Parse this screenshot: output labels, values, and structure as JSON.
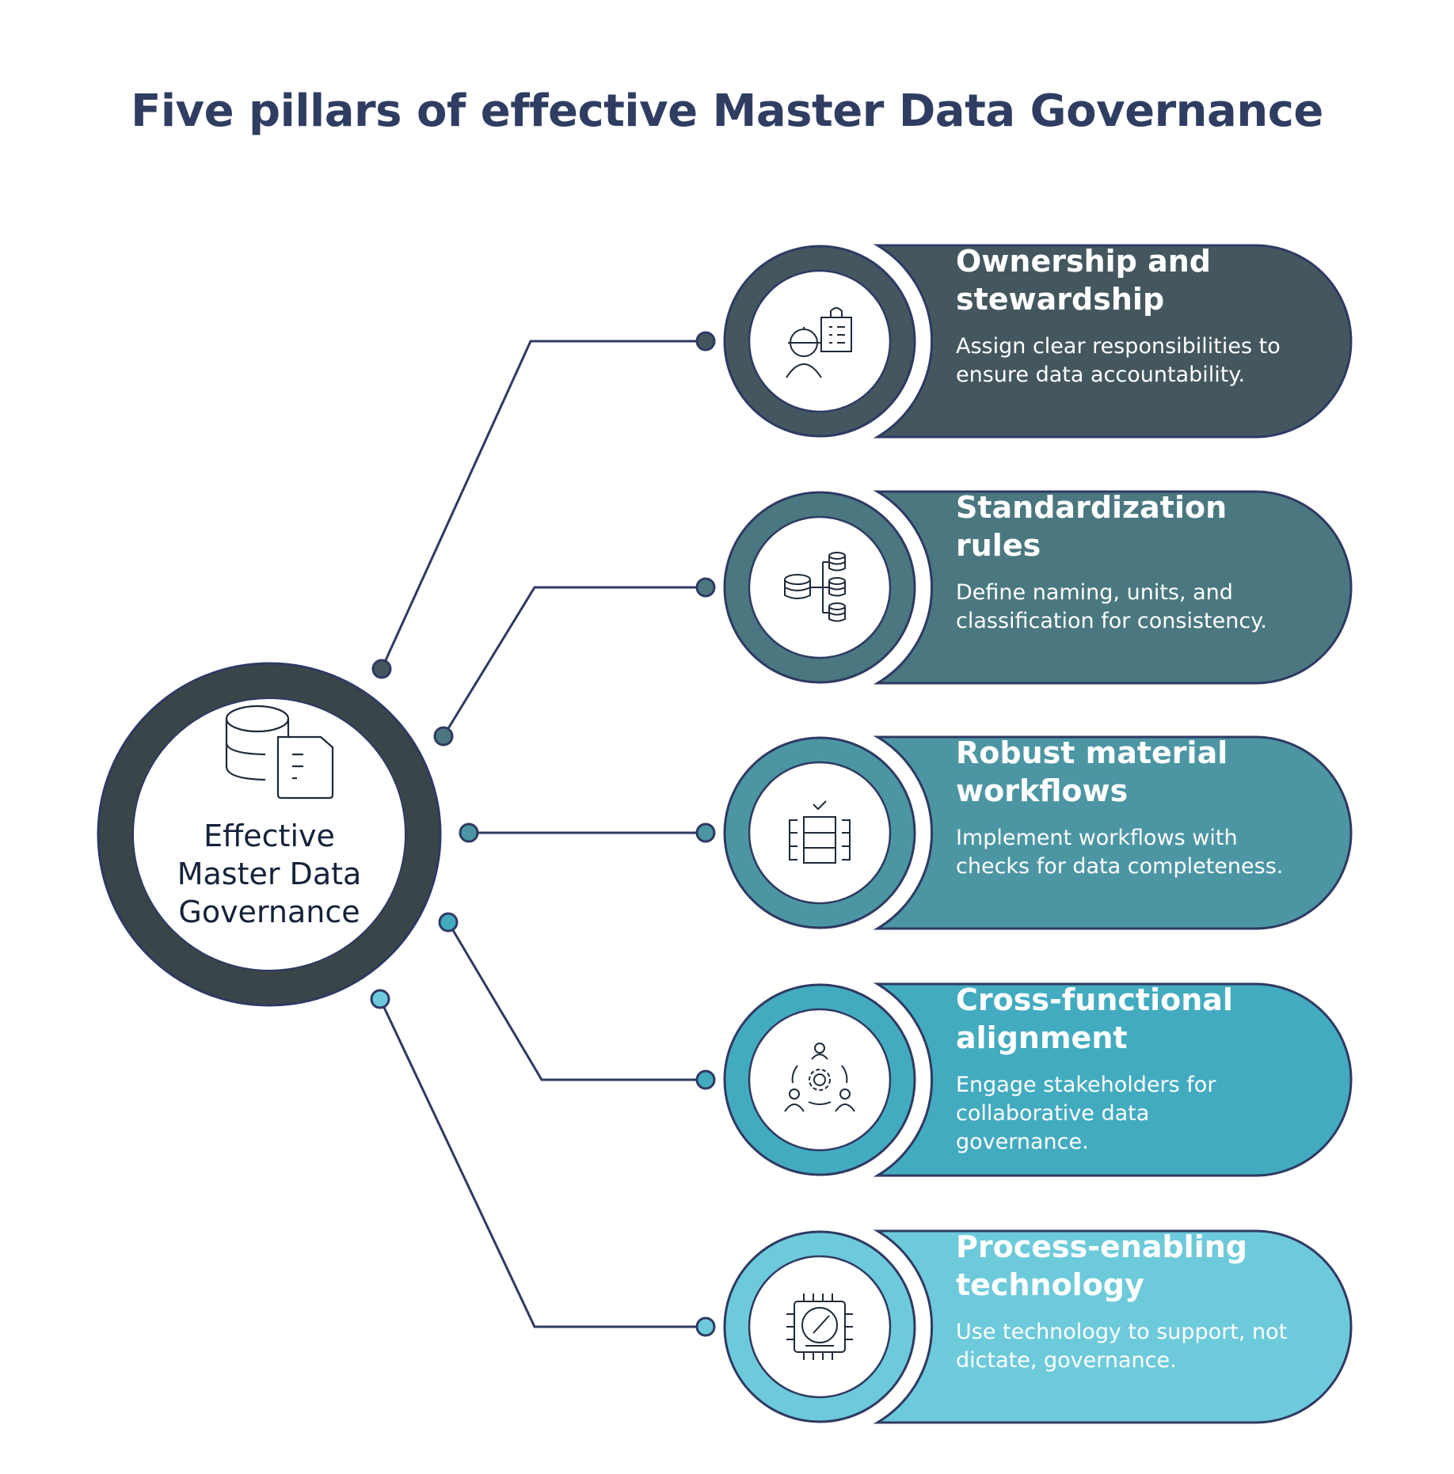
{
  "title": "Five pillars of effective Master Data Governance",
  "center": {
    "lines": [
      "Effective",
      "Master Data",
      "Governance"
    ],
    "icon": "database-document-icon",
    "color": "#3a4549"
  },
  "line_color": "#2e3a63",
  "pillars": [
    {
      "title": "Ownership and stewardship",
      "description": "Assign clear responsibilities to ensure data accountability.",
      "icon": "steward-clipboard-icon",
      "color": "#44575f"
    },
    {
      "title": "Standardization rules",
      "description": "Define naming, units, and classification for consistency.",
      "icon": "database-hierarchy-icon",
      "color": "#4b7880"
    },
    {
      "title": "Robust material workflows",
      "description": "Implement workflows with checks for data completeness.",
      "icon": "workflow-stack-icon",
      "color": "#4c96a4"
    },
    {
      "title": "Cross-functional alignment",
      "description": "Engage stakeholders for collaborative data governance.",
      "icon": "team-gear-icon",
      "color": "#43abc0"
    },
    {
      "title": "Process-enabling technology",
      "description": "Use technology to support, not dictate, governance.",
      "icon": "chip-gauge-icon",
      "color": "#6dcadb"
    }
  ]
}
